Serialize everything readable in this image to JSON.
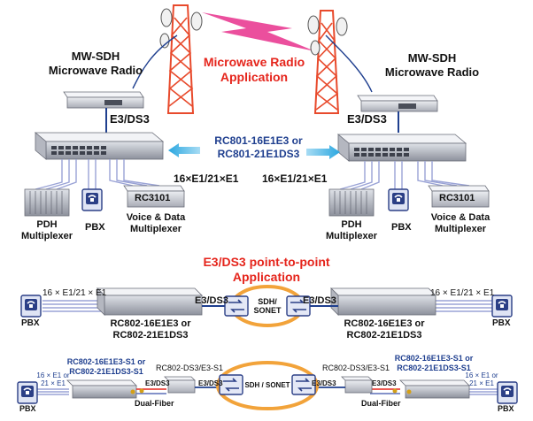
{
  "colors": {
    "accent_red": "#e5251c",
    "accent_navy": "#1f3f8f",
    "link_blue": "#5b6fb8",
    "link_purple": "#9aa3d6",
    "ring_orange": "#f2a33a",
    "tower_red": "#e84a2c",
    "device_grey": "#c9cbd2"
  },
  "top": {
    "left_radio_label": "MW-SDH\nMicrowave Radio",
    "right_radio_label": "MW-SDH\nMicrowave Radio",
    "app_title": "Microwave Radio\nApplication",
    "left_e3": "E3/DS3",
    "right_e3": "E3/DS3",
    "center_device": "RC801-16E1E3 or\nRC801-21E1DS3",
    "left_e1": "16×E1/21×E1",
    "right_e1": "16×E1/21×E1",
    "left_pdh": "PDH\nMultiplexer",
    "right_pdh": "PDH\nMultiplexer",
    "left_pbx": "PBX",
    "right_pbx": "PBX",
    "left_mux_name": "RC3101",
    "right_mux_name": "RC3101",
    "left_mux_label": "Voice & Data\nMultiplexer",
    "right_mux_label": "Voice & Data\nMultiplexer"
  },
  "middle": {
    "title": "E3/DS3 point-to-point\nApplication",
    "left_e1": "16 × E1/21 × E1",
    "right_e1": "16 × E1/21 × E1",
    "left_e3": "E3/DS3",
    "right_e3": "E3/DS3",
    "ring": "SDH/\nSONET",
    "left_device": "RC802-16E1E3 or\nRC802-21E1DS3",
    "right_device": "RC802-16E1E3 or\nRC802-21E1DS3",
    "left_pbx": "PBX",
    "right_pbx": "PBX"
  },
  "bottom": {
    "left_device": "RC802-16E1E3-S1 or\nRC802-21E1DS3-S1",
    "right_device": "RC802-16E1E3-S1 or\nRC802-21E1DS3-S1",
    "left_conv": "RC802-DS3/E3-S1",
    "right_conv": "RC802-DS3/E3-S1",
    "left_e1": "16 × E1 or\n21 × E1",
    "right_e1": "16 × E1 or\n21 × E1",
    "e3_1": "E3/DS3",
    "e3_2": "E3/DS3",
    "e3_3": "E3/DS3",
    "e3_4": "E3/DS3",
    "ring": "SDH / SONET",
    "left_fiber": "Dual-Fiber",
    "right_fiber": "Dual-Fiber",
    "left_pbx": "PBX",
    "right_pbx": "PBX"
  }
}
